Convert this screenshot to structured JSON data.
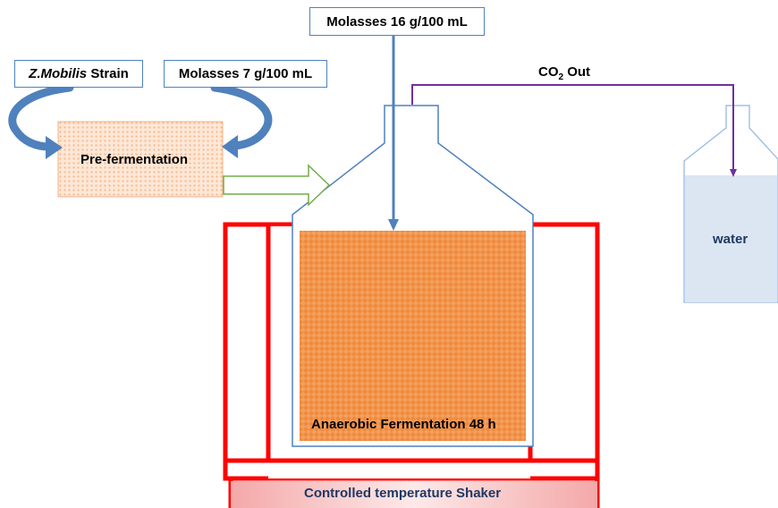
{
  "labels": {
    "molasses_top": "Molasses 16 g/100 mL",
    "strain_name": "Z.Mobilis",
    "strain_suffix": " Strain",
    "molasses_pre": "Molasses 7 g/100 mL",
    "pre_fermentation": "Pre-fermentation",
    "co2_prefix": "CO",
    "co2_sub": "2",
    "co2_suffix": " Out",
    "water": "water",
    "anaerobic": "Anaerobic Fermentation 48 h",
    "shaker": "Controlled temperature Shaker"
  },
  "colors": {
    "box_border": "#4f81bd",
    "flow_arrow": "#4f81bd",
    "pipe": "#7030a0",
    "shaker_frame": "#ff0000",
    "ferment_fill": "#f08a3c",
    "prefer_fill": "#fbd3b3",
    "water_fill": "#dce6f2",
    "shaker_text": "#1f3864"
  },
  "icons": {
    "curved_arrow_left": "curved-arrow-icon",
    "curved_arrow_right": "curved-arrow-icon",
    "block_arrow": "block-arrow-icon"
  }
}
